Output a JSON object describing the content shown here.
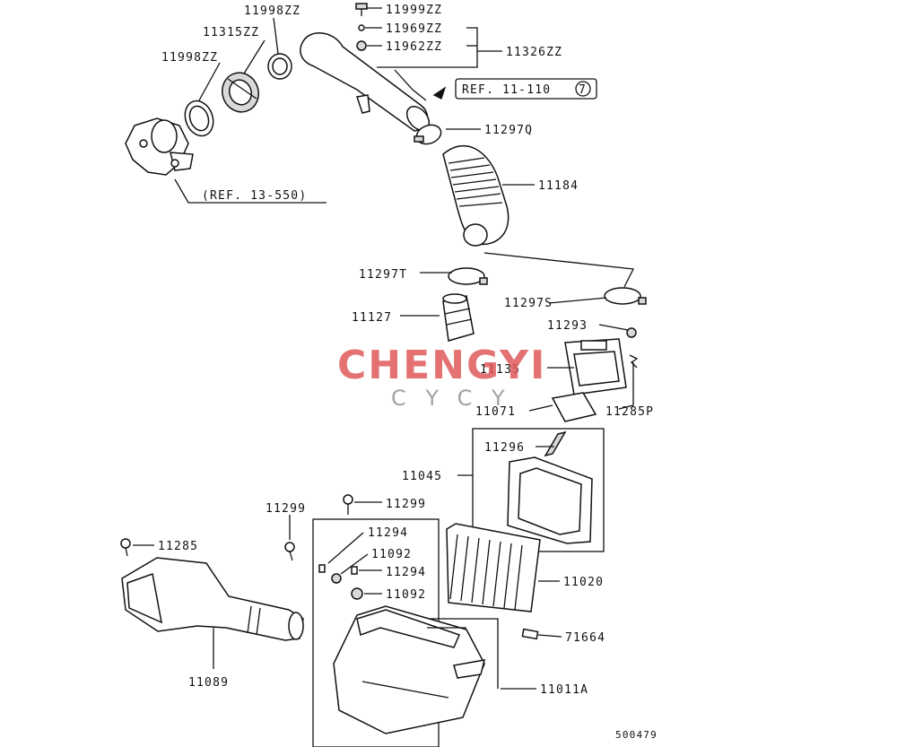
{
  "labels": {
    "p11998zz_top": "11998ZZ",
    "p11999zz": "11999ZZ",
    "p11969zz": "11969ZZ",
    "p11315zz": "11315ZZ",
    "p11962zz": "11962ZZ",
    "p11326zz": "11326ZZ",
    "p11998zz_left": "11998ZZ",
    "ref_11_110": "REF. 11-110",
    "ref_11_110_num": "7",
    "p11297q": "11297Q",
    "ref_13_550": "(REF. 13-550)",
    "p11184": "11184",
    "p11297t": "11297T",
    "p11297s": "11297S",
    "p11127": "11127",
    "p11293": "11293",
    "p11135": "11135",
    "p11071": "11071",
    "p11285p": "11285P",
    "p11296": "11296",
    "p11045": "11045",
    "p11299_a": "11299",
    "p11299_b": "11299",
    "p11285": "11285",
    "p11294_a": "11294",
    "p11092_a": "11092",
    "p11294_b": "11294",
    "p11092_b": "11092",
    "p11020": "11020",
    "p71664": "71664",
    "p11089": "11089",
    "p11011a": "11011A",
    "diagram_code": "500479"
  },
  "watermark": {
    "brand": "CHENGYI",
    "sub": "CYCY",
    "color_main": "#e05a5a",
    "color_sub": "#9a9a9a"
  }
}
